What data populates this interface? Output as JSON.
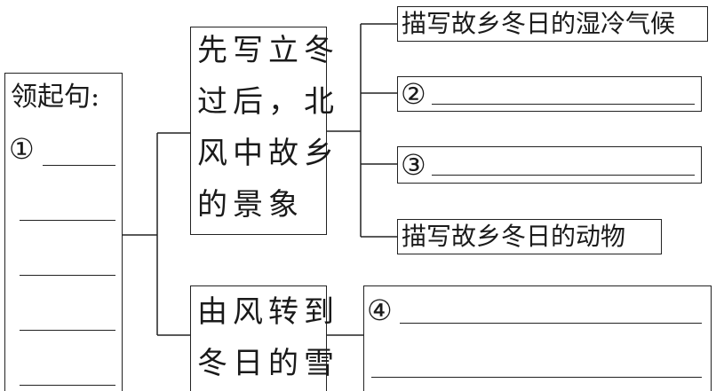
{
  "left_box": {
    "title": "领起句:",
    "marker": "①"
  },
  "node_a": {
    "lines": [
      "先写立冬",
      "过后，北",
      "风中故乡",
      "的景象"
    ]
  },
  "node_b": {
    "lines": [
      "由风转到",
      "冬日的雪"
    ]
  },
  "leaf_1": {
    "text": "描写故乡冬日的湿冷气候"
  },
  "leaf_2": {
    "marker": "②"
  },
  "leaf_3": {
    "marker": "③"
  },
  "leaf_4": {
    "text": "描写故乡冬日的动物"
  },
  "leaf_5": {
    "marker": "④"
  }
}
